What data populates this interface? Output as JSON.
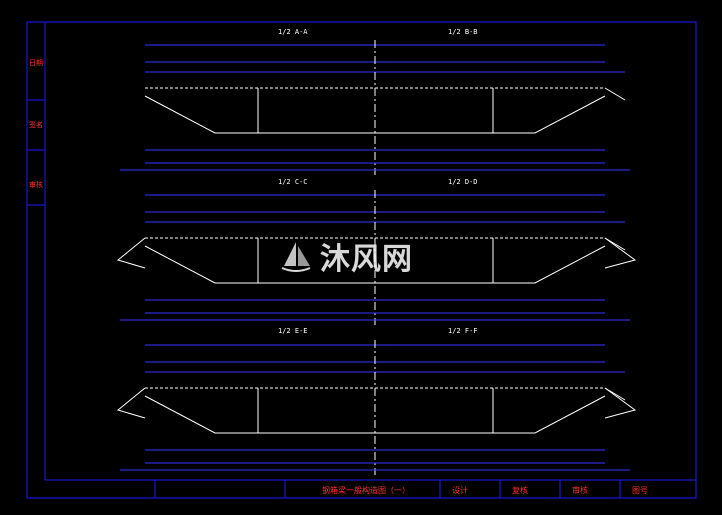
{
  "drawing": {
    "title": "钢箱梁一般构造图（一）",
    "colors": {
      "background": "#000000",
      "frame": "#1a1aff",
      "outline": "#ffffff",
      "dimension": "#3333ff",
      "text": "#ff3030",
      "centerline": "#ffffff"
    }
  },
  "side_labels": [
    "日期",
    "签名",
    "审核"
  ],
  "sections": [
    {
      "left_title": "1/2 A-A",
      "right_title": "1/2 B-B"
    },
    {
      "left_title": "1/2 C-C",
      "right_title": "1/2 D-D"
    },
    {
      "left_title": "1/2 E-E",
      "right_title": "1/2 F-F"
    }
  ],
  "title_block": {
    "drawing_name": "钢箱梁一般构造图（一）",
    "design_label": "设计",
    "review_label": "复核",
    "check_label": "审核",
    "sheet_label": "图号"
  },
  "watermark": {
    "text": "沐风网",
    "icon": "sailboat-logo-icon"
  }
}
